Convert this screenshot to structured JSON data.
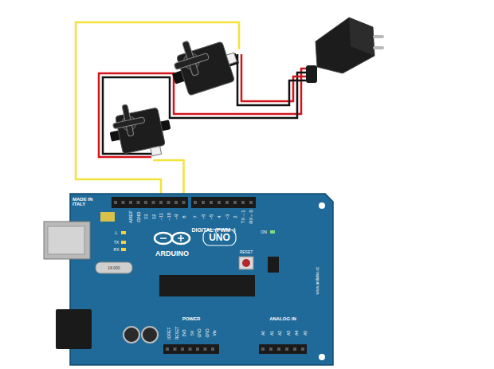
{
  "diagram": {
    "labels": [
      "MADE IN ITALY",
      "AREF",
      "GND",
      "13",
      "12",
      "~11",
      "~10",
      "~9",
      "8",
      "7",
      "~6",
      "~5",
      "4",
      "~3",
      "2",
      "TX→1",
      "RX←0",
      "DIGITAL (PWM~)",
      "L",
      "TX",
      "RX",
      "ON",
      "ARDUINO",
      "UNO",
      "RESET",
      "16.000",
      "IOREF",
      "RESET",
      "3V3",
      "5V",
      "GND",
      "GND",
      "Vin",
      "POWER",
      "ANALOG IN",
      "A0",
      "A1",
      "A2",
      "A3",
      "A4",
      "A5",
      "www.arduino.cc"
    ]
  }
}
